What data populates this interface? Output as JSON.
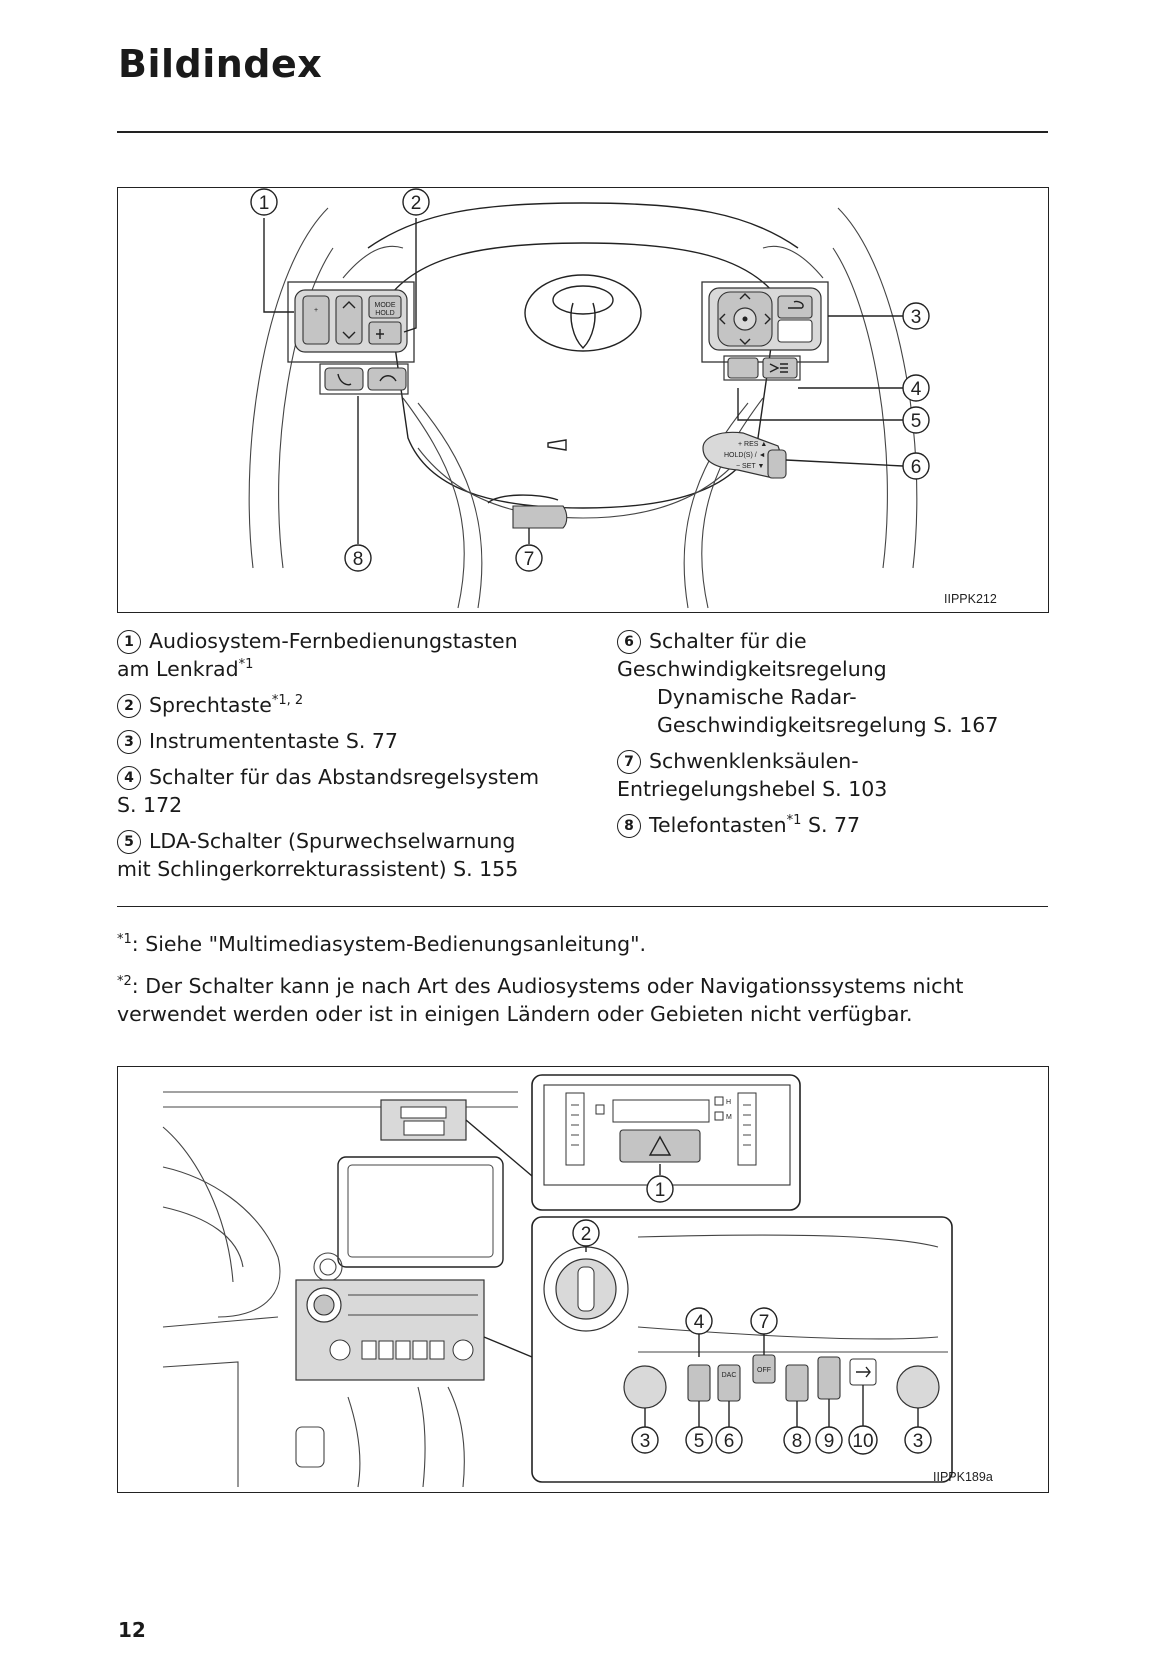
{
  "page": {
    "title": "Bildindex",
    "page_number": "12"
  },
  "figure1": {
    "code": "IIPPK212",
    "callouts": [
      "1",
      "2",
      "3",
      "4",
      "5",
      "6",
      "7",
      "8"
    ]
  },
  "figure2": {
    "code": "IIPPK189a",
    "callouts_top": [
      "1",
      "2",
      "4",
      "7"
    ],
    "callouts_bottom": [
      "3",
      "5",
      "6",
      "8",
      "9",
      "10",
      "3"
    ]
  },
  "legend_left": [
    {
      "num": "1",
      "text": "Audiosystem-Fernbedienungstasten",
      "cont": "am Lenkrad",
      "sup": "*1"
    },
    {
      "num": "2",
      "text": "Sprechtaste",
      "sup": "*1, 2"
    },
    {
      "num": "3",
      "text": "Instrumententaste S. 77"
    },
    {
      "num": "4",
      "text": "Schalter für das Abstandsregelsystem",
      "cont": "S. 172"
    },
    {
      "num": "5",
      "text": "LDA-Schalter (Spurwechselwarnung",
      "cont": "mit Schlingerkorrekturassistent) S. 155"
    }
  ],
  "legend_right": [
    {
      "num": "6",
      "text": "Schalter für die",
      "cont": "Geschwindigkeitsregelung",
      "sub1": "Dynamische Radar-",
      "sub2": "Geschwindigkeitsregelung S. 167"
    },
    {
      "num": "7",
      "text": "Schwenklenksäulen-",
      "cont": "Entriegelungshebel S. 103"
    },
    {
      "num": "8",
      "text": "Telefontasten",
      "sup": "*1",
      "after": " S. 77"
    }
  ],
  "footnotes": [
    {
      "mark": "*1",
      "text": ": Siehe \"Multimediasystem-Bedienungsanleitung\"."
    },
    {
      "mark": "*2",
      "text": ": Der Schalter kann je nach Art des Audiosystems oder Navigationssystems nicht",
      "cont": "verwendet werden oder ist in einigen Ländern oder Gebieten nicht verfügbar."
    }
  ],
  "button_labels": {
    "mode_hold": "MODE HOLD",
    "hazard_h": "H",
    "hazard_m": "M",
    "cruise": "+ RES / HOLD(S) / − SET",
    "dac": "DAC",
    "off": "OFF"
  }
}
